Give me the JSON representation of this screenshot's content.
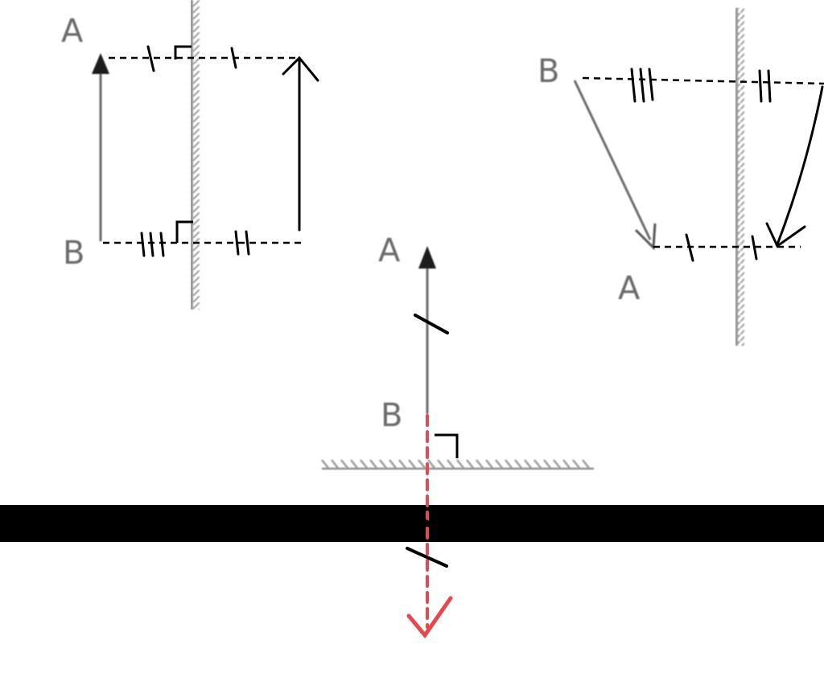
{
  "figure1": {
    "label_top": "A",
    "label_bottom": "B"
  },
  "figure2": {
    "label_top": "B",
    "label_bottom": "A"
  },
  "figure3": {
    "label_top": "A",
    "label_bottom": "B"
  },
  "colors": {
    "ink": "#000000",
    "mirror": "#9a9a9a",
    "object_arrow": "#6a6a6a",
    "construction": "#e5484d",
    "bar": "#000000"
  }
}
